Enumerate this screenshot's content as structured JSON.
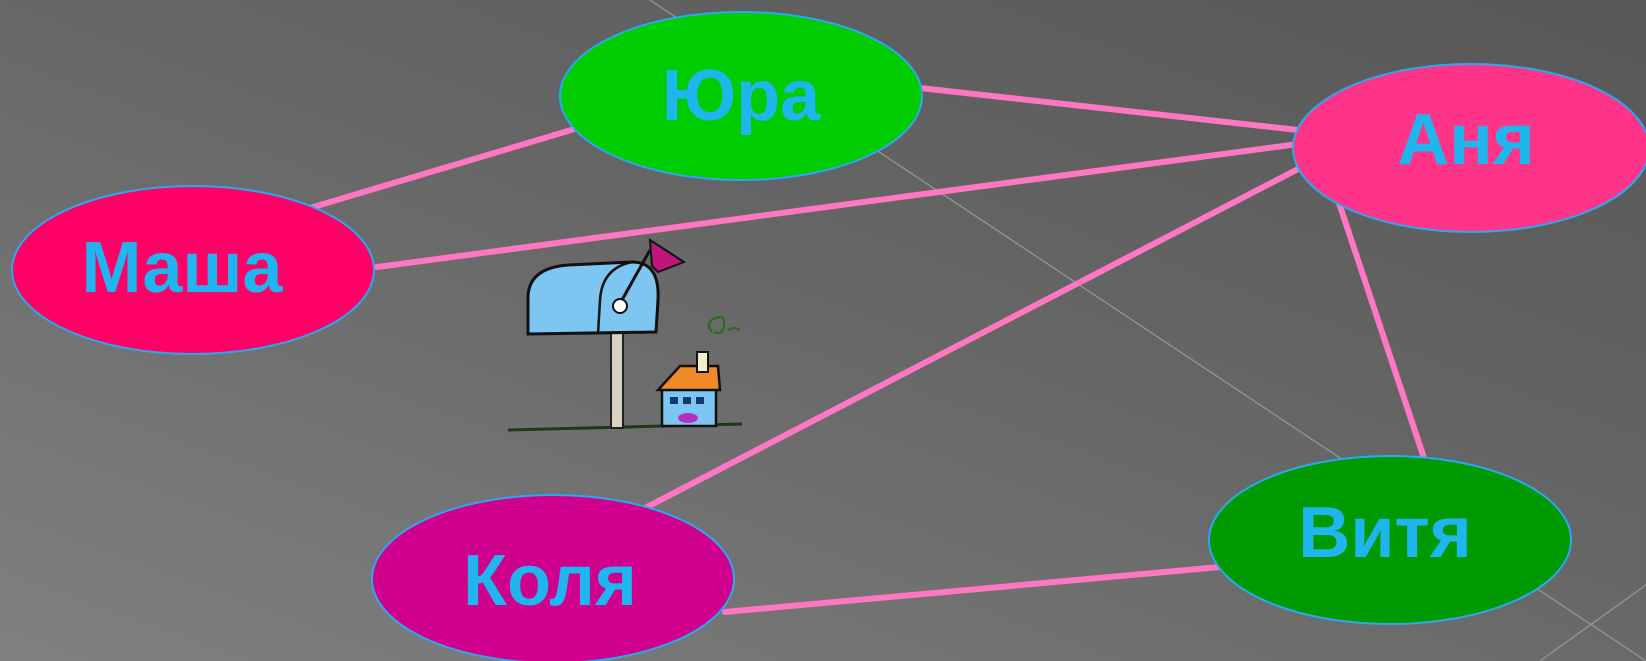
{
  "colors": {
    "edge": "#ff77c2",
    "label": "#1fb6f0",
    "node_stroke": "#2aa9ee"
  },
  "nodes": [
    {
      "id": "yura",
      "label": "Юра",
      "fill": "#00cc00"
    },
    {
      "id": "anya",
      "label": "Аня",
      "fill": "#ff3388"
    },
    {
      "id": "masha",
      "label": "Маша",
      "fill": "#ff0066"
    },
    {
      "id": "kolya",
      "label": "Коля",
      "fill": "#d0008f"
    },
    {
      "id": "vitya",
      "label": "Витя",
      "fill": "#009900"
    }
  ],
  "edges": [
    [
      "masha",
      "yura"
    ],
    [
      "yura",
      "anya"
    ],
    [
      "masha",
      "anya"
    ],
    [
      "kolya",
      "anya"
    ],
    [
      "anya",
      "vitya"
    ],
    [
      "kolya",
      "vitya"
    ]
  ],
  "illustration": {
    "icon": "mailbox-house-icon"
  }
}
